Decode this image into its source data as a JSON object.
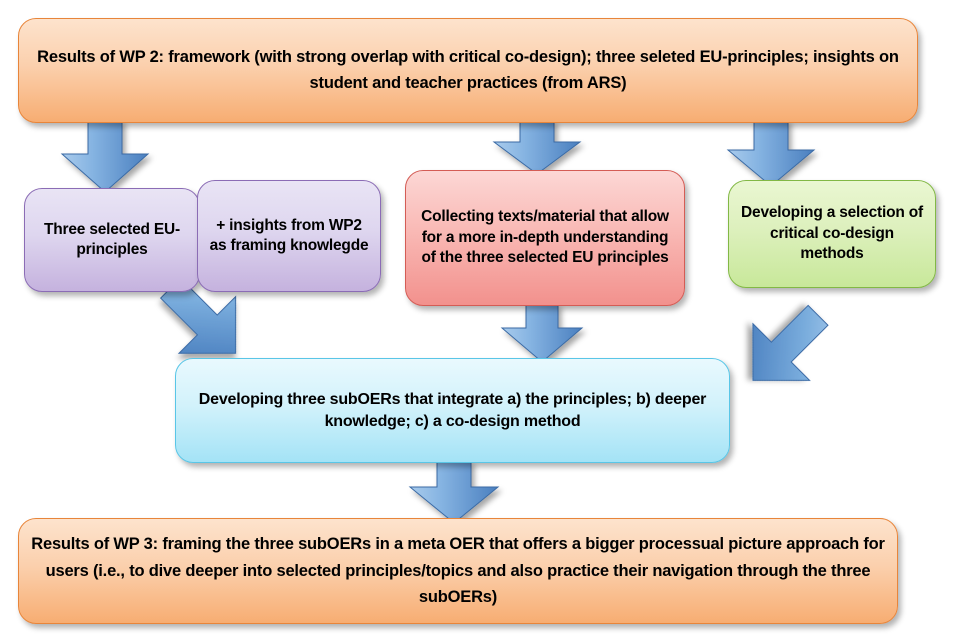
{
  "diagram": {
    "title": "WP3 process flow diagram",
    "background": "#ffffff",
    "palette": {
      "orange_fill_top": "#fde3cd",
      "orange_fill_bottom": "#f7ad72",
      "orange_border": "#e8853a",
      "purple_fill_top": "#e9e4f5",
      "purple_fill_bottom": "#c5b2de",
      "purple_border": "#8b6cb5",
      "pink_fill_top": "#fcd7d5",
      "pink_fill_bottom": "#f2918d",
      "pink_border": "#d45c55",
      "green_fill_top": "#eaf7d2",
      "green_fill_bottom": "#c8e89a",
      "green_border": "#82b845",
      "cyan_fill_top": "#e9f9fe",
      "cyan_fill_bottom": "#a4e3f6",
      "cyan_border": "#59c6e7",
      "arrow_fill_light": "#9cc2e8",
      "arrow_fill_dark": "#4a7fbf",
      "arrow_border": "#3a6ba5"
    },
    "nodes": {
      "wp2_results": {
        "label": "Results of WP 2: framework (with strong overlap with critical co-design); three seleted EU-principles; insights on student and teacher practices (from ARS)",
        "color": "orange"
      },
      "three_principles": {
        "label": "Three selected EU-principles",
        "color": "purple"
      },
      "insights_wp2": {
        "label": "+ insights from WP2 as framing knowlegde",
        "color": "purple"
      },
      "collecting_texts": {
        "label": "Collecting texts/material that allow for a more in-depth understanding of the three selected EU principles",
        "color": "pink"
      },
      "codesign_methods": {
        "label": "Developing a selection of critical co-design methods",
        "color": "green"
      },
      "developing_suboers": {
        "label": "Developing three subOERs that integrate a) the principles; b) deeper knowledge; c) a co-design method",
        "color": "cyan"
      },
      "wp3_results": {
        "label": "Results of WP 3: framing the three subOERs in a meta OER that offers a bigger processual picture approach for users (i.e., to dive deeper into selected principles/topics and also practice their navigation through the three subOERs)",
        "color": "orange"
      }
    },
    "arrows": [
      {
        "name": "arrow-wp2-to-principles",
        "direction": "down",
        "from": "wp2_results",
        "to": "three_principles"
      },
      {
        "name": "arrow-wp2-to-collecting",
        "direction": "down",
        "from": "wp2_results",
        "to": "collecting_texts"
      },
      {
        "name": "arrow-wp2-to-methods",
        "direction": "down",
        "from": "wp2_results",
        "to": "codesign_methods"
      },
      {
        "name": "arrow-principles-to-suboers",
        "direction": "down-right",
        "from": "insights_wp2",
        "to": "developing_suboers"
      },
      {
        "name": "arrow-collecting-to-suboers",
        "direction": "down",
        "from": "collecting_texts",
        "to": "developing_suboers"
      },
      {
        "name": "arrow-methods-to-suboers",
        "direction": "down-left",
        "from": "codesign_methods",
        "to": "developing_suboers"
      },
      {
        "name": "arrow-suboers-to-wp3",
        "direction": "down",
        "from": "developing_suboers",
        "to": "wp3_results"
      }
    ]
  }
}
